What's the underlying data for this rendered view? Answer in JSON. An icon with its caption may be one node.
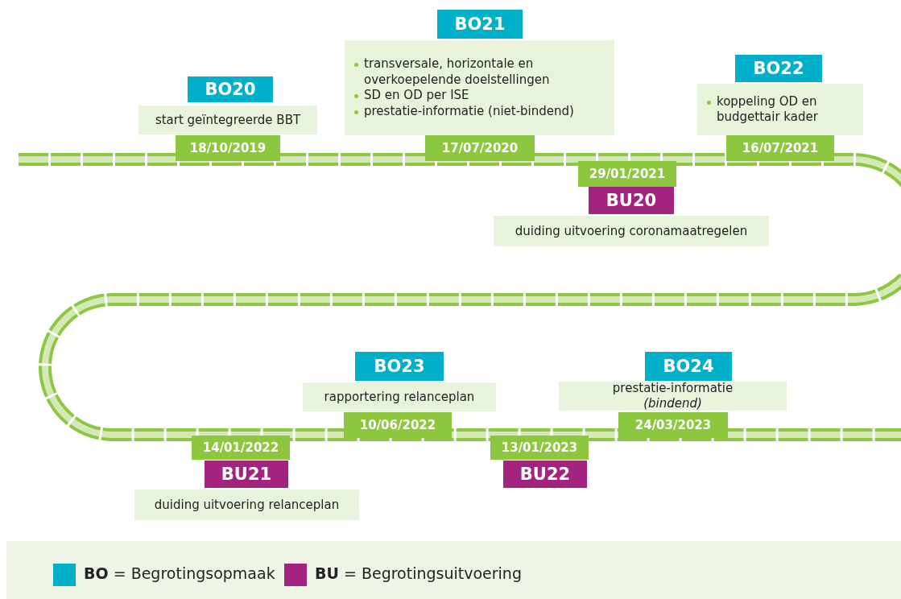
{
  "diagram": {
    "nodes": [
      {
        "text": [
          "BO20"
        ]
      },
      {
        "text": [
          "start geïntegreerde BBT"
        ]
      },
      {
        "text": [
          "18/10/2019"
        ]
      },
      {
        "text": [
          "BO21"
        ]
      },
      {
        "text": [
          "transversale, horizontale en overkoepelende doelstellingen",
          "SD en OD per ISE",
          "prestatie-informatie (niet-bindend)"
        ]
      },
      {
        "text": [
          "17/07/2020"
        ]
      },
      {
        "text": [
          "29/01/2021"
        ]
      },
      {
        "text": [
          "BU20"
        ]
      },
      {
        "text": [
          "duiding uitvoering coronamaatregelen"
        ]
      },
      {
        "text": [
          "BO22"
        ]
      },
      {
        "text": [
          "koppeling OD en budgettair kader"
        ]
      },
      {
        "text": [
          "16/07/2021"
        ]
      },
      {
        "text": [
          "14/01/2022"
        ]
      },
      {
        "text": [
          "BU21"
        ]
      },
      {
        "text": [
          "duiding uitvoering relanceplan"
        ]
      },
      {
        "text": [
          "BO23"
        ]
      },
      {
        "text": [
          "rapportering relanceplan"
        ]
      },
      {
        "text": [
          "10/06/2022"
        ]
      },
      {
        "text": [
          "13/01/2023"
        ]
      },
      {
        "text": [
          "BU22"
        ]
      },
      {
        "text": [
          "BO24"
        ]
      },
      {
        "text": [
          "prestatie-informatie *(bindend)*"
        ]
      },
      {
        "text": [
          "24/03/2023"
        ]
      }
    ],
    "legend": [
      {
        "text": "**BO** = Begrotingsopmaak",
        "color": "#00b0c8"
      },
      {
        "text": "**BU** = Begrotingsuitvoering",
        "color": "#a3247f"
      }
    ]
  }
}
